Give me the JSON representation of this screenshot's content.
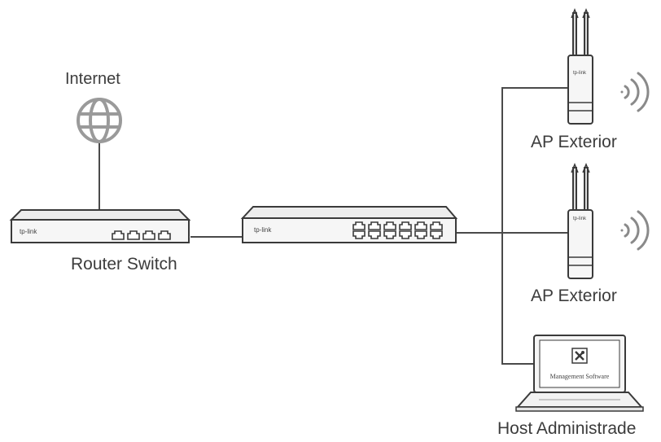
{
  "labels": {
    "internet": "Internet",
    "router_switch": "Router Switch",
    "ap_exterior_1": "AP Exterior",
    "ap_exterior_2": "AP Exterior",
    "host_admin": "Host Administrade"
  },
  "device_text": {
    "router_brand": "tp-link",
    "switch_brand": "tp-link",
    "ap1_brand": "tp-link",
    "ap2_brand": "tp-link",
    "software_label": "Management Software"
  },
  "colors": {
    "line": "#4a4a4a",
    "device_fill": "#f4f4f4",
    "device_stroke": "#3a3a3a",
    "globe": "#9a9a9a",
    "wifi": "#8a8a8a"
  },
  "icons": {
    "internet": "globe-icon",
    "wifi": "wifi-signal-icon",
    "software": "tools-icon"
  }
}
